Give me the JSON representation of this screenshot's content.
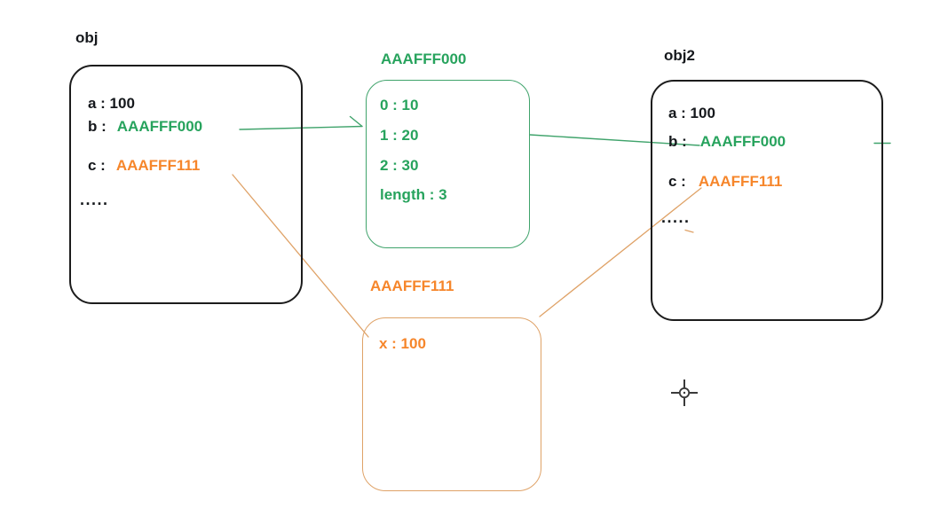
{
  "colors": {
    "green": "#27a35d",
    "green_line": "#3fa36b",
    "orange": "#f6862b",
    "orange_line": "#dfa267",
    "ink": "#15181c"
  },
  "obj": {
    "label": "obj",
    "rows": {
      "a": "a : 100",
      "b_key": "b :",
      "b_val": "AAAFFF000",
      "c_key": "c :",
      "c_val": "AAAFFF111",
      "dots": "....."
    }
  },
  "array_box": {
    "label": "AAAFFF000",
    "items": [
      "0 : 10",
      "1 : 20",
      "2 : 30",
      "length : 3"
    ]
  },
  "obj2": {
    "label": "obj2",
    "rows": {
      "a": "a : 100",
      "b_key": "b :",
      "b_val": "AAAFFF000",
      "c_key": "c :",
      "c_val": "AAAFFF111",
      "dots": "....."
    }
  },
  "object_box": {
    "label": "AAAFFF111",
    "items": [
      "x : 100"
    ]
  },
  "icons": {
    "crosshair": "precision-select-crosshair"
  }
}
